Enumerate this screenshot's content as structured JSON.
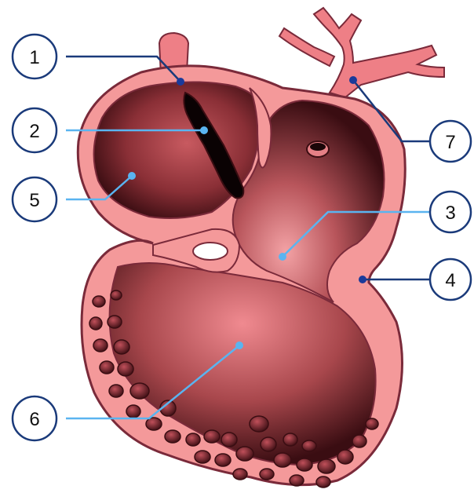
{
  "labels": [
    {
      "id": "1",
      "text": "1"
    },
    {
      "id": "2",
      "text": "2"
    },
    {
      "id": "3",
      "text": "3"
    },
    {
      "id": "4",
      "text": "4"
    },
    {
      "id": "5",
      "text": "5"
    },
    {
      "id": "6",
      "text": "6"
    },
    {
      "id": "7",
      "text": "7"
    }
  ],
  "colors": {
    "wall": "#f4999a",
    "wall_outline": "#7a2a3a",
    "chamber_dark": "#3a0d12",
    "chamber_mid": "#a8474c",
    "chamber_light": "#f29ca0",
    "vessel": "#ee7f86",
    "callout_circle": "#1a3a7a",
    "callout_line": "#1a3a7a",
    "leader_line": "#5ab4f0",
    "leader_dot": "#5ab4f0",
    "leader_dot_dark": "#1a3a9a"
  }
}
